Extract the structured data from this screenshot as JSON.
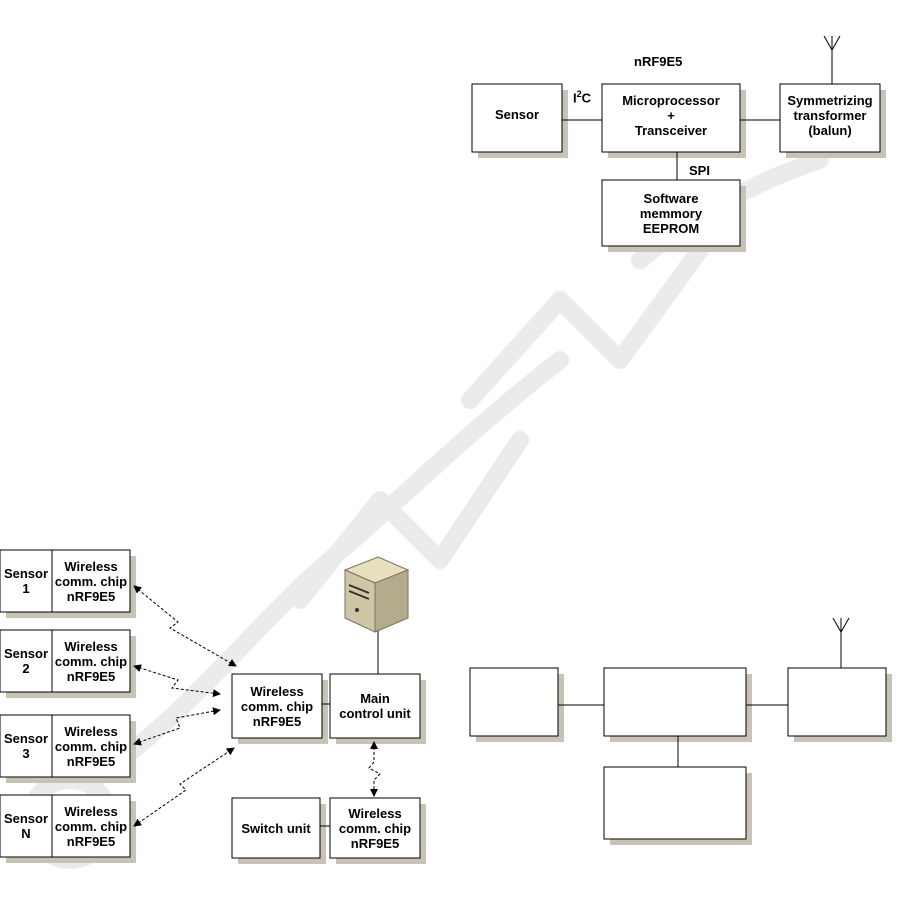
{
  "colors": {
    "box_fill": "#ffffff",
    "box_border": "#000000",
    "box_shadow": "#c9c3b6",
    "watermark": "#e7e7e7"
  },
  "top_diagram": {
    "chip_label": "nRF9E5",
    "bus_i2c_prefix": "I",
    "bus_i2c_superscript": "2",
    "bus_i2c_suffix": "C",
    "bus_spi": "SPI",
    "sensor": "Sensor",
    "microprocessor": "Microprocessor\n+\nTransceiver",
    "balun": "Symmetrizing\ntransformer\n(balun)",
    "memory": "Software\nmemmory\nEEPROM",
    "antenna_icon": "antenna-icon"
  },
  "network_diagram": {
    "nodes": [
      {
        "sensor": "Sensor\n1",
        "chip": "Wireless\ncomm. chip\nnRF9E5"
      },
      {
        "sensor": "Sensor\n2",
        "chip": "Wireless\ncomm. chip\nnRF9E5"
      },
      {
        "sensor": "Sensor\n3",
        "chip": "Wireless\ncomm. chip\nnRF9E5"
      },
      {
        "sensor": "Sensor\nN",
        "chip": "Wireless\ncomm. chip\nnRF9E5"
      }
    ],
    "hub_chip": "Wireless\ncomm. chip\nnRF9E5",
    "main_unit": "Main\ncontrol unit",
    "switch_unit": "Switch unit",
    "switch_chip": "Wireless\ncomm. chip\nnRF9E5",
    "server_icon": "server-icon"
  },
  "blank_diagram": {
    "antenna_icon": "antenna-icon"
  }
}
